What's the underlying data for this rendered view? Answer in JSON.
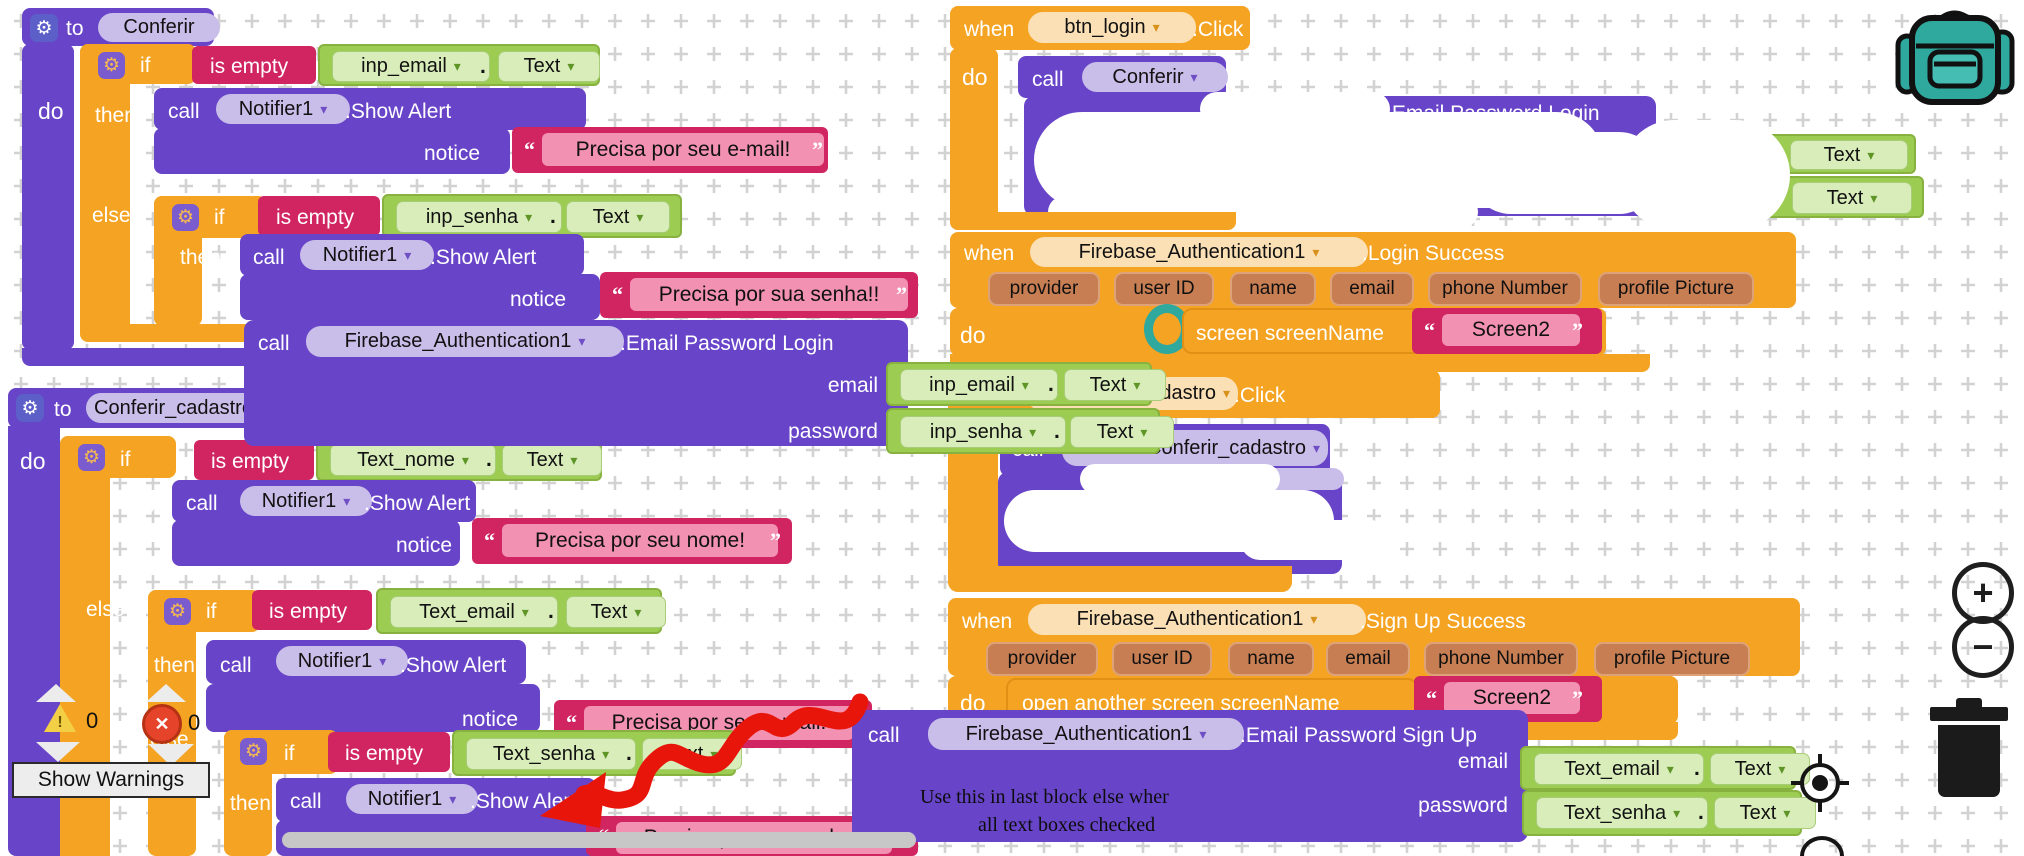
{
  "header_labels": {
    "to": "to",
    "when": "when",
    "do": "do",
    "if": "if",
    "then": "then",
    "else": "else",
    "call": "call",
    "notice": "notice",
    "is_empty": "is empty"
  },
  "components": {
    "notifier": "Notifier1",
    "firebase": "Firebase_Authentication1"
  },
  "methods": {
    "show_alert": ".Show Alert",
    "email_password_login": ".Email Password Login",
    "email_password_sign_up": ".Email Password Sign Up",
    "click": ".Click",
    "login_success": ".Login Success",
    "sign_up_success": ".Sign Up Success"
  },
  "procedures": {
    "conferir": "Conferir",
    "conferir_cadastro": "Conferir_cadastro"
  },
  "buttons": {
    "btn_login": "btn_login",
    "btn_cadastro": "btn_cadastro"
  },
  "getters": {
    "inp_email": "inp_email",
    "inp_senha": "inp_senha",
    "text_nome": "Text_nome",
    "text_email": "Text_email",
    "text_senha": "Text_senha",
    "prop": "Text"
  },
  "params": {
    "email": "email",
    "password": "password",
    "screen_name": "screenName",
    "event": [
      "provider",
      "user ID",
      "name",
      "email",
      "phone Number",
      "profile Picture"
    ]
  },
  "strings": {
    "notice_email": "Precisa por seu e-mail!",
    "notice_senha": "Precisa por sua senha!!",
    "notice_nome": "Precisa por seu nome!",
    "screen2": "Screen2",
    "open_quote": "“",
    "close_quote": "”",
    "open_another_screen": "open another screen   screenName",
    "screen_screenname": "screen  screenName"
  },
  "annotation": {
    "line1": "Use this in last block else wher",
    "line2": "all text boxes checked"
  },
  "status": {
    "warning_count": "0",
    "error_count": "0",
    "show_warnings": "Show Warnings"
  },
  "controls": {
    "zoom_in": "+",
    "zoom_out": "−"
  },
  "colors": {
    "orange": "#F5A322",
    "purple": "#6845C8",
    "crimson": "#D02560",
    "green": "#9CCC51",
    "chip": "#C87E53",
    "teal": "#2FA89E",
    "red_arrow": "#E8150A"
  }
}
